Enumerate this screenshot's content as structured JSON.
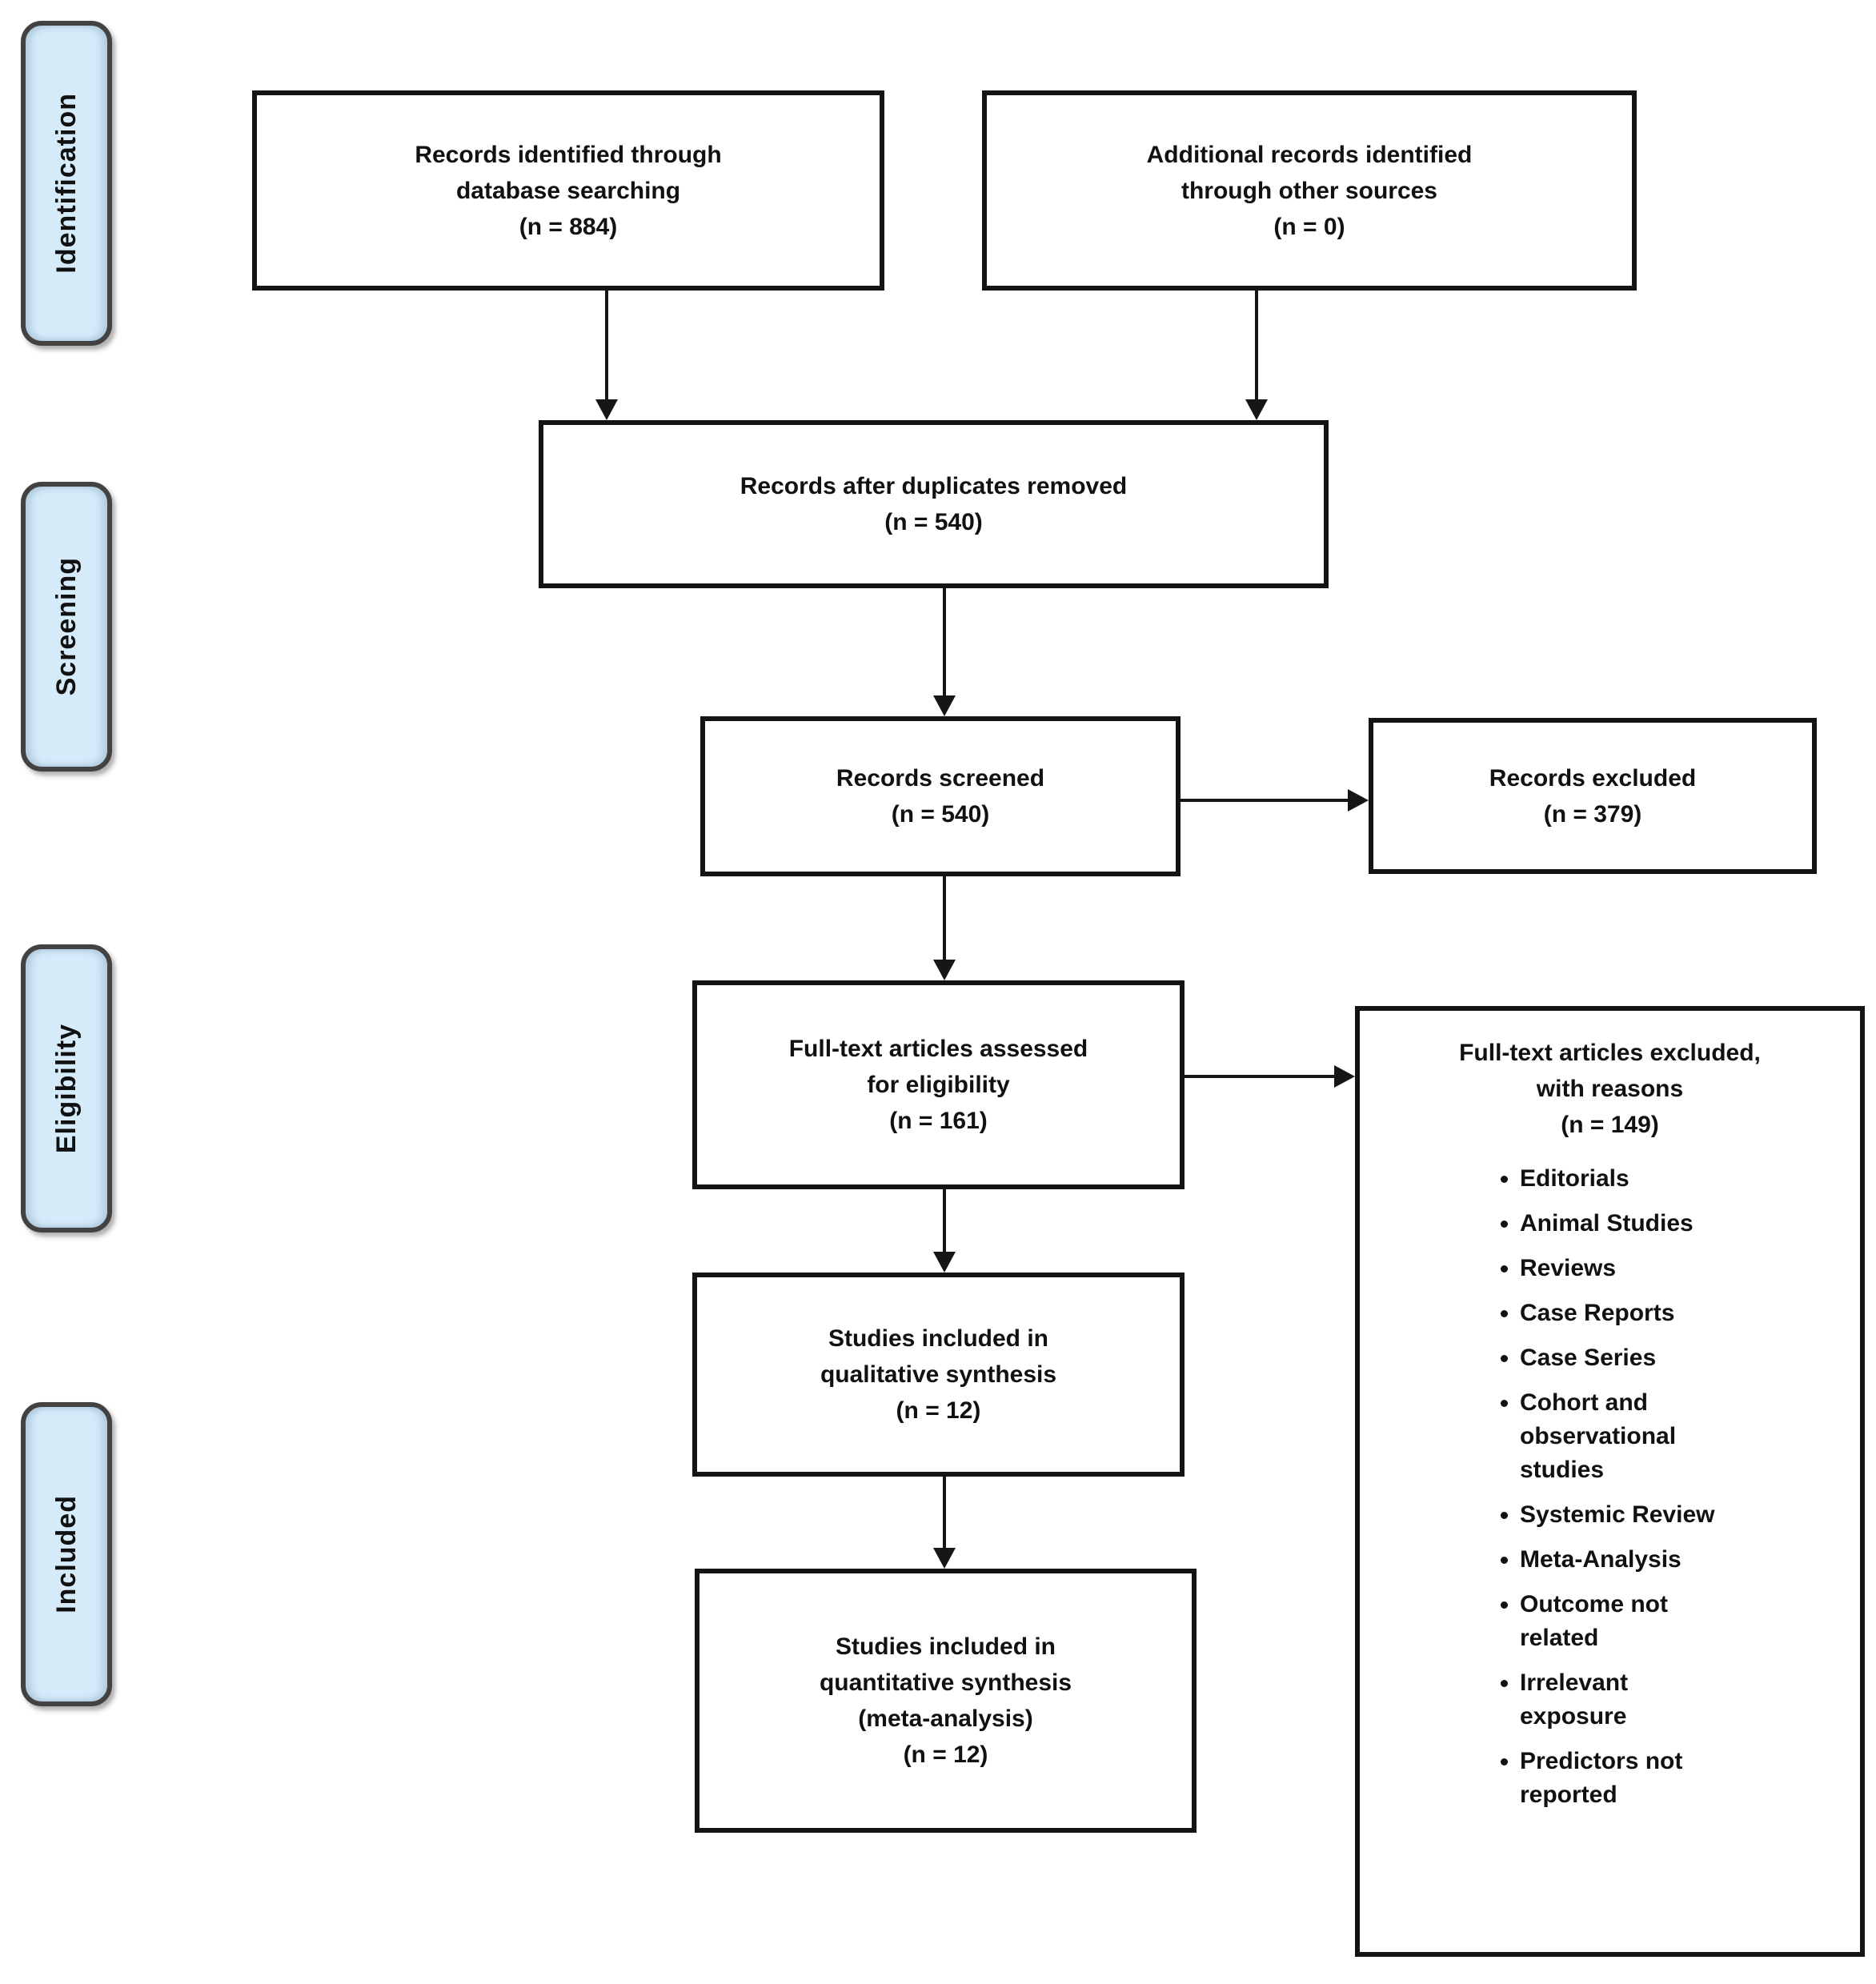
{
  "sidebar": {
    "stages": [
      {
        "label": "Identification"
      },
      {
        "label": "Screening"
      },
      {
        "label": "Eligibility"
      },
      {
        "label": "Included"
      }
    ]
  },
  "boxes": {
    "records_identified": {
      "text": "Records identified through\ndatabase searching\n(n = 884)"
    },
    "additional_records": {
      "text": "Additional records identified\nthrough other sources\n(n = 0)"
    },
    "duplicates_removed": {
      "text": "Records after duplicates removed\n(n = 540)"
    },
    "records_screened": {
      "text": "Records screened\n(n = 540)"
    },
    "records_excluded": {
      "text": "Records excluded\n(n = 379)"
    },
    "fulltext_assessed": {
      "text": "Full-text articles assessed\nfor eligibility\n(n = 161)"
    },
    "fulltext_excluded": {
      "header": "Full-text articles excluded,\nwith reasons\n(n = 149)",
      "reasons": [
        "Editorials",
        "Animal Studies",
        "Reviews",
        "Case Reports",
        "Case Series",
        "Cohort and observational studies",
        "Systemic Review",
        "Meta-Analysis",
        "Outcome not related",
        "Irrelevant exposure",
        "Predictors not reported"
      ]
    },
    "qualitative_synthesis": {
      "text": "Studies included in\nqualitative synthesis\n(n = 12)"
    },
    "quantitative_synthesis": {
      "text": "Studies included in\nquantitative synthesis\n(meta-analysis)\n(n = 12)"
    }
  },
  "colors": {
    "stage_fill": "#d6ebfa",
    "stage_border": "#424242",
    "box_border": "#141414",
    "ink": "#111111",
    "canvas_bg": "#ffffff"
  }
}
